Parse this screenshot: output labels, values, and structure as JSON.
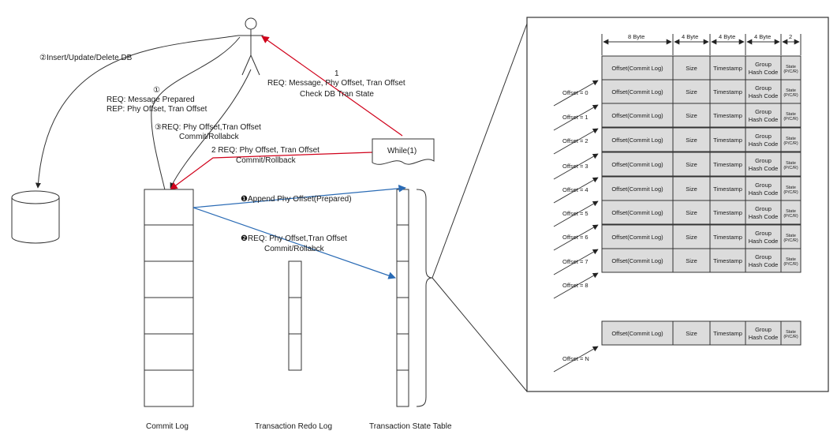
{
  "steps": {
    "insert_db": "②Insert/Update/Delete DB",
    "step1_num": "①",
    "step1_req": "REQ: Message Prepared",
    "step1_rep": "REP: Phy Offset, Tran Offset",
    "step3_req": "③REQ: Phy Offset,Tran Offset",
    "step3_action": "Commit/Rollabck",
    "check_num": "1",
    "check_req": "REQ: Message, Phy Offset, Tran Offset",
    "check_state": "Check DB Tran State",
    "step2b_req": "2 REQ: Phy Offset, Tran Offset",
    "step2b_action": "Commit/Rollback",
    "while_label": "While(1)",
    "append_label": "❶Append Phy Offset(Prepared)",
    "step2c_req": "❷REQ: Phy Offset,Tran Offset",
    "step2c_action": "Commit/Rollabck"
  },
  "captions": {
    "commit_log": "Commit Log",
    "redo_log": "Transaction Redo Log",
    "state_table": "Transaction State Table"
  },
  "table": {
    "headers": [
      "8 Byte",
      "4 Byte",
      "4 Byte",
      "4 Byte",
      "2"
    ],
    "columns": [
      "Offset(Commit Log)",
      "Size",
      "Timestamp",
      "Group\nHash Code",
      "State\n(P/C/R)"
    ],
    "offset_labels": [
      "Offset = 0",
      "Offset = 1",
      "Offset = 2",
      "Offset = 3",
      "Offset = 4",
      "Offset = 5",
      "Offset = 6",
      "Offset = 7",
      "Offset = 8"
    ],
    "offset_last": "Offset = N"
  },
  "colors": {
    "red_arrow": "#d0021b",
    "blue_arrow": "#2a6bb5",
    "cell_fill": "#dcdcdc"
  }
}
